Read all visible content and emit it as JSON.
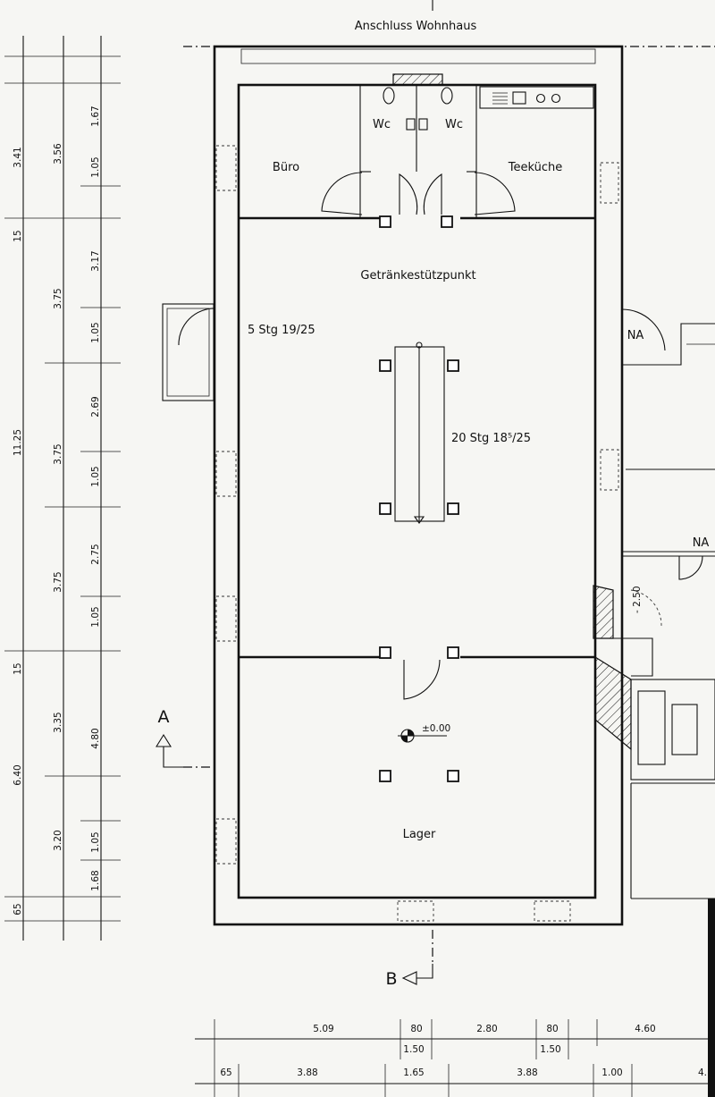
{
  "labels": {
    "connection": "Anschluss Wohnhaus",
    "office": "Büro",
    "wc_left": "Wc",
    "wc_right": "Wc",
    "tea_kitchen": "Teeküche",
    "main_hall": "Getränkestützpunkt",
    "stair_small": "5 Stg 19/25",
    "stair_main": "20 Stg 18⁵/25",
    "na_upper": "NA",
    "na_lower": "NA",
    "level": "±0.00",
    "storage": "Lager",
    "section_a": "A",
    "section_b": "B",
    "dim_250": "- 2.50"
  },
  "left_dims": {
    "col1": [
      "3.41",
      "15",
      "11.25",
      "15",
      "6.40",
      "65"
    ],
    "col2": [
      "3.56",
      "3.75",
      "3.75",
      "3.75",
      "3.35",
      "3.20"
    ],
    "col3": [
      "1.67",
      "1.05",
      "3.17",
      "1.05",
      "2.69",
      "1.05",
      "2.75",
      "1.05",
      "4.80",
      "1.05",
      "1.68"
    ]
  },
  "bottom_dims": {
    "row1": [
      "5.09",
      "80",
      "2.80",
      "80",
      "4.60"
    ],
    "row2": [
      "1.50",
      "1.50"
    ],
    "row3": [
      "65",
      "3.88",
      "1.65",
      "3.88",
      "1.00",
      "4."
    ]
  }
}
